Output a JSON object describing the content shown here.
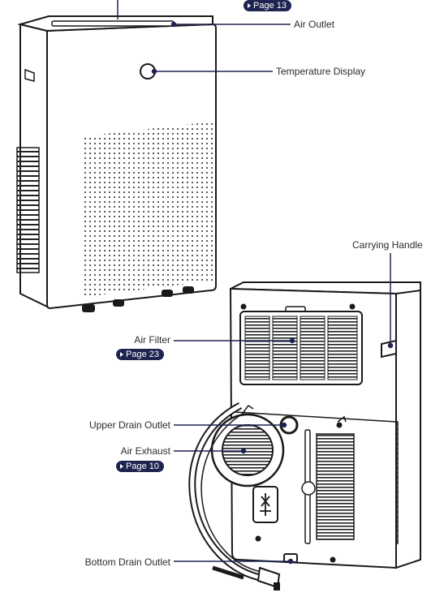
{
  "labels": {
    "air_outlet": "Air Outlet",
    "temperature_display": "Temperature Display",
    "carrying_handle": "Carrying Handle",
    "air_filter": "Air Filter",
    "upper_drain_outlet": "Upper Drain Outlet",
    "air_exhaust": "Air Exhaust",
    "bottom_drain_outlet": "Bottom Drain Outlet"
  },
  "page_refs": {
    "top": "Page 13",
    "air_filter": "Page 23",
    "air_exhaust": "Page 10"
  },
  "colors": {
    "leader_line": "#1e2451",
    "badge": "#1e2451",
    "outline": "#1a1a1a"
  }
}
